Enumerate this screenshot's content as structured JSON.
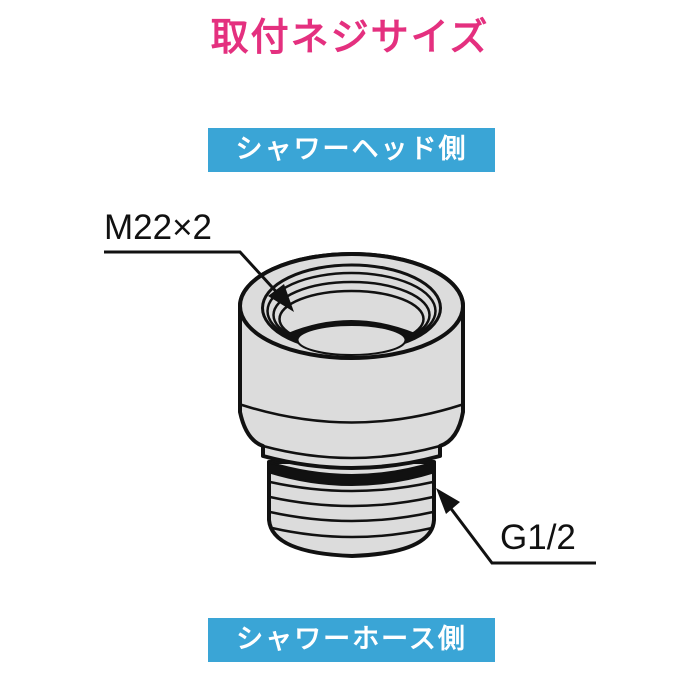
{
  "title": "取付ネジサイズ",
  "labels": {
    "top_side": "シャワーヘッド側",
    "bottom_side": "シャワーホース側"
  },
  "dimensions": {
    "head_thread": "M22×2",
    "hose_thread": "G1/2"
  },
  "colors": {
    "title": "#e4307f",
    "label_background": "#3aa5d6",
    "label_text": "#ffffff",
    "part_fill": "#dcdcdc",
    "outline": "#111111"
  },
  "icons": {
    "part": "thread-adapter-icon"
  }
}
